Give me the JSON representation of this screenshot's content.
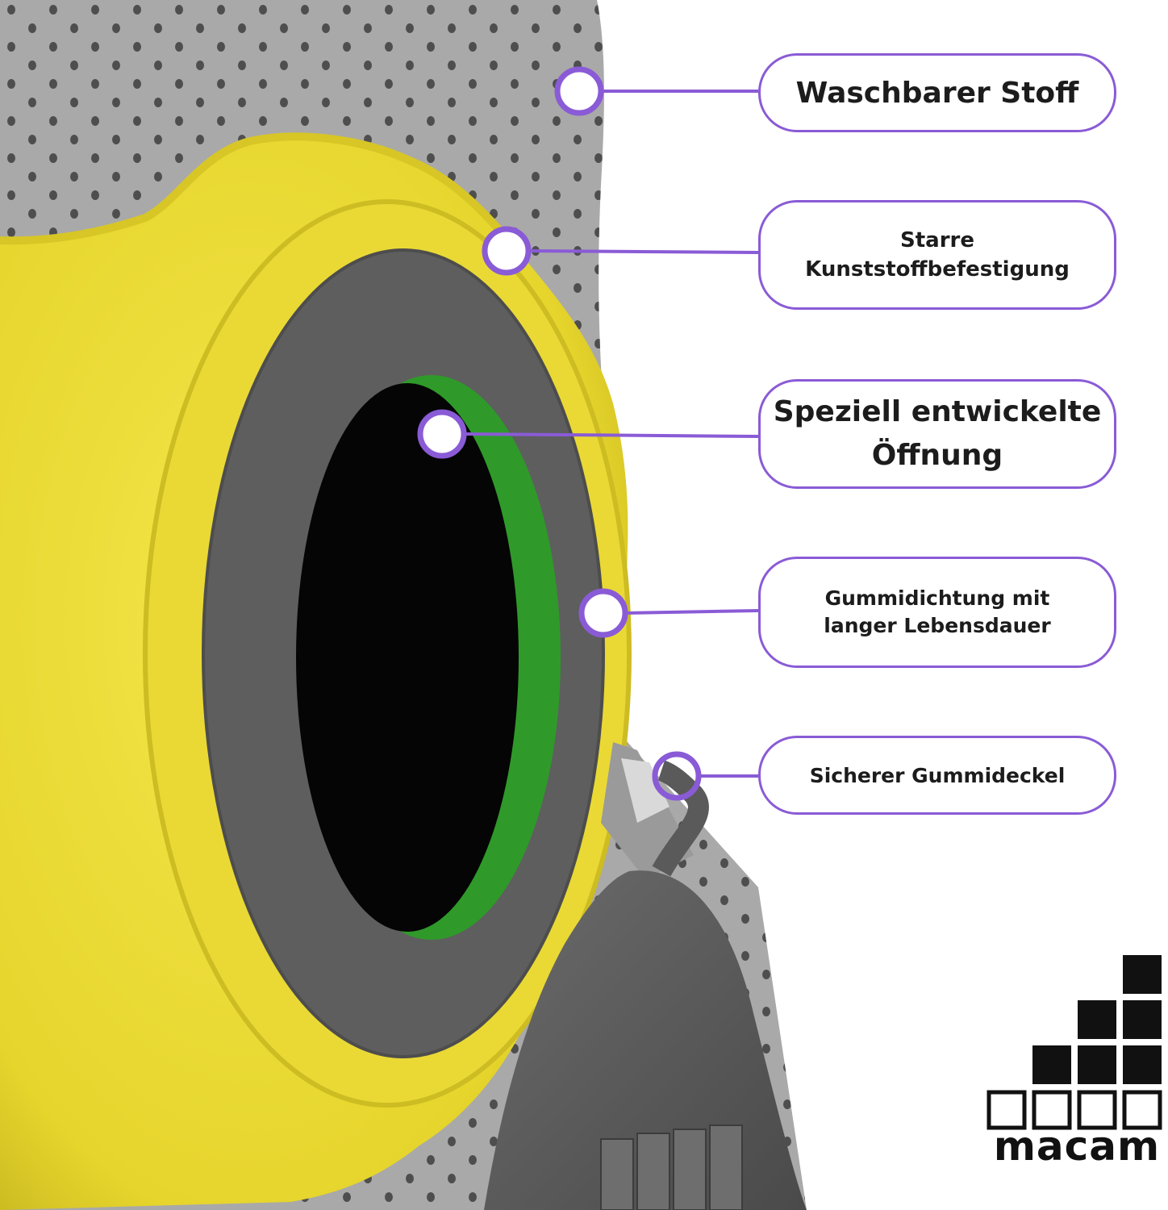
{
  "callouts": [
    {
      "id": "fabric",
      "lines": [
        "Waschbarer Stoff"
      ]
    },
    {
      "id": "fixture",
      "lines": [
        "Starre",
        "Kunststoffbefestigung"
      ]
    },
    {
      "id": "opening",
      "lines": [
        "Speziell entwickelte",
        "Öffnung"
      ]
    },
    {
      "id": "seal",
      "lines": [
        "Gummidichtung mit",
        "langer Lebensdauer"
      ]
    },
    {
      "id": "lid",
      "lines": [
        "Sicherer Gummideckel"
      ]
    }
  ],
  "brand": {
    "name": "macam"
  },
  "colors": {
    "accent": "#8a5bd6",
    "yellow": "#f0e03a",
    "fabric_gray": "#a9a9a9",
    "rubber_gray": "#5e5e5e",
    "inner_green": "#2f9a2a"
  }
}
